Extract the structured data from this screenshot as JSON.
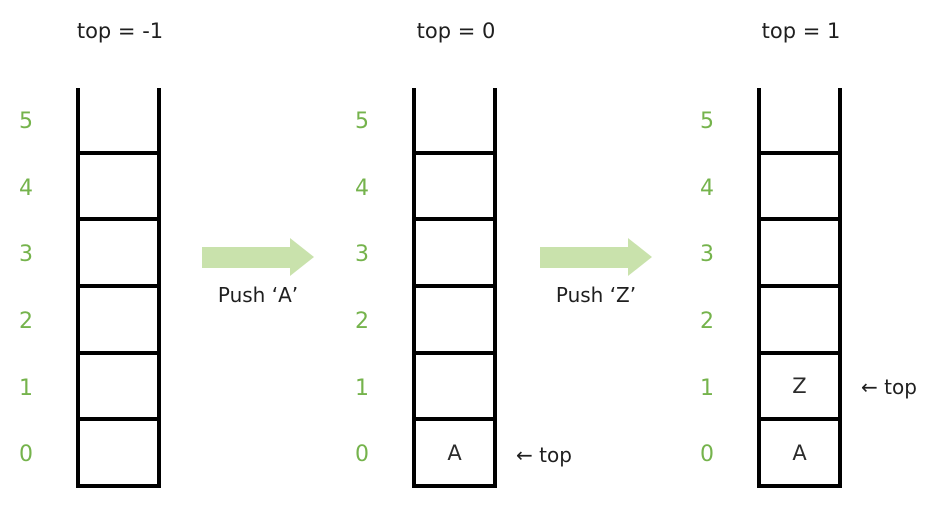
{
  "diagram": "stack-push-operations",
  "colors": {
    "line": "#000000",
    "text": "#1f1f1f",
    "index_green": "#75b34c",
    "arrow_green": "#c9e2ac",
    "background": "#ffffff"
  },
  "stacks": [
    {
      "title": "top = -1",
      "indices": [
        "5",
        "4",
        "3",
        "2",
        "1",
        "0"
      ],
      "cells": [
        "",
        "",
        "",
        "",
        "",
        ""
      ],
      "pointer": null
    },
    {
      "title": "top = 0",
      "indices": [
        "5",
        "4",
        "3",
        "2",
        "1",
        "0"
      ],
      "cells": [
        "",
        "",
        "",
        "",
        "",
        "A"
      ],
      "pointer": "← top"
    },
    {
      "title": "top = 1",
      "indices": [
        "5",
        "4",
        "3",
        "2",
        "1",
        "0"
      ],
      "cells": [
        "",
        "",
        "",
        "",
        "Z",
        "A"
      ],
      "pointer": "← top"
    }
  ],
  "transitions": [
    {
      "label": "Push ‘A’"
    },
    {
      "label": "Push ‘Z’"
    }
  ]
}
